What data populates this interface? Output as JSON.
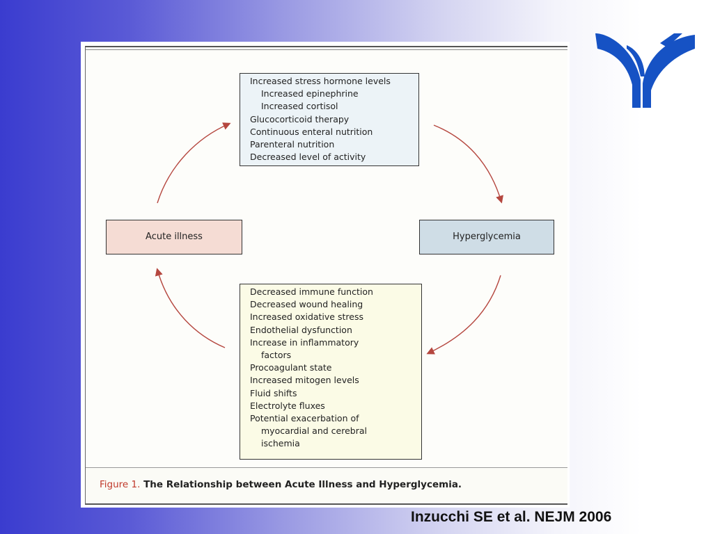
{
  "diagram": {
    "top_box": [
      {
        "text": "Increased stress hormone levels",
        "indent": false
      },
      {
        "text": "Increased epinephrine",
        "indent": true
      },
      {
        "text": "Increased cortisol",
        "indent": true
      },
      {
        "text": "Glucocorticoid therapy",
        "indent": false
      },
      {
        "text": "Continuous enteral nutrition",
        "indent": false
      },
      {
        "text": "Parenteral nutrition",
        "indent": false
      },
      {
        "text": "Decreased level of activity",
        "indent": false
      }
    ],
    "left_box": "Acute illness",
    "right_box": "Hyperglycemia",
    "bottom_box": [
      {
        "text": "Decreased immune function",
        "indent": false
      },
      {
        "text": "Decreased wound healing",
        "indent": false
      },
      {
        "text": "Increased oxidative stress",
        "indent": false
      },
      {
        "text": "Endothelial dysfunction",
        "indent": false
      },
      {
        "text": "Increase in inflammatory",
        "indent": false
      },
      {
        "text": "factors",
        "indent": true
      },
      {
        "text": "Procoagulant state",
        "indent": false
      },
      {
        "text": "Increased mitogen levels",
        "indent": false
      },
      {
        "text": "Fluid shifts",
        "indent": false
      },
      {
        "text": "Electrolyte fluxes",
        "indent": false
      },
      {
        "text": "Potential exacerbation of",
        "indent": false
      },
      {
        "text": "myocardial and cerebral",
        "indent": true
      },
      {
        "text": "ischemia",
        "indent": true
      }
    ],
    "caption_label": "Figure 1.",
    "caption_text": "The Relationship between Acute Illness and Hyperglycemia."
  },
  "citation": "Inzucchi SE et al. NEJM 2006",
  "colors": {
    "arrow": "#b5473f",
    "logo": "#1652c4",
    "acute_fill": "#f5dcd4",
    "hyper_fill": "#cfdde6"
  },
  "icons": {
    "logo": "university-logo-icon"
  }
}
